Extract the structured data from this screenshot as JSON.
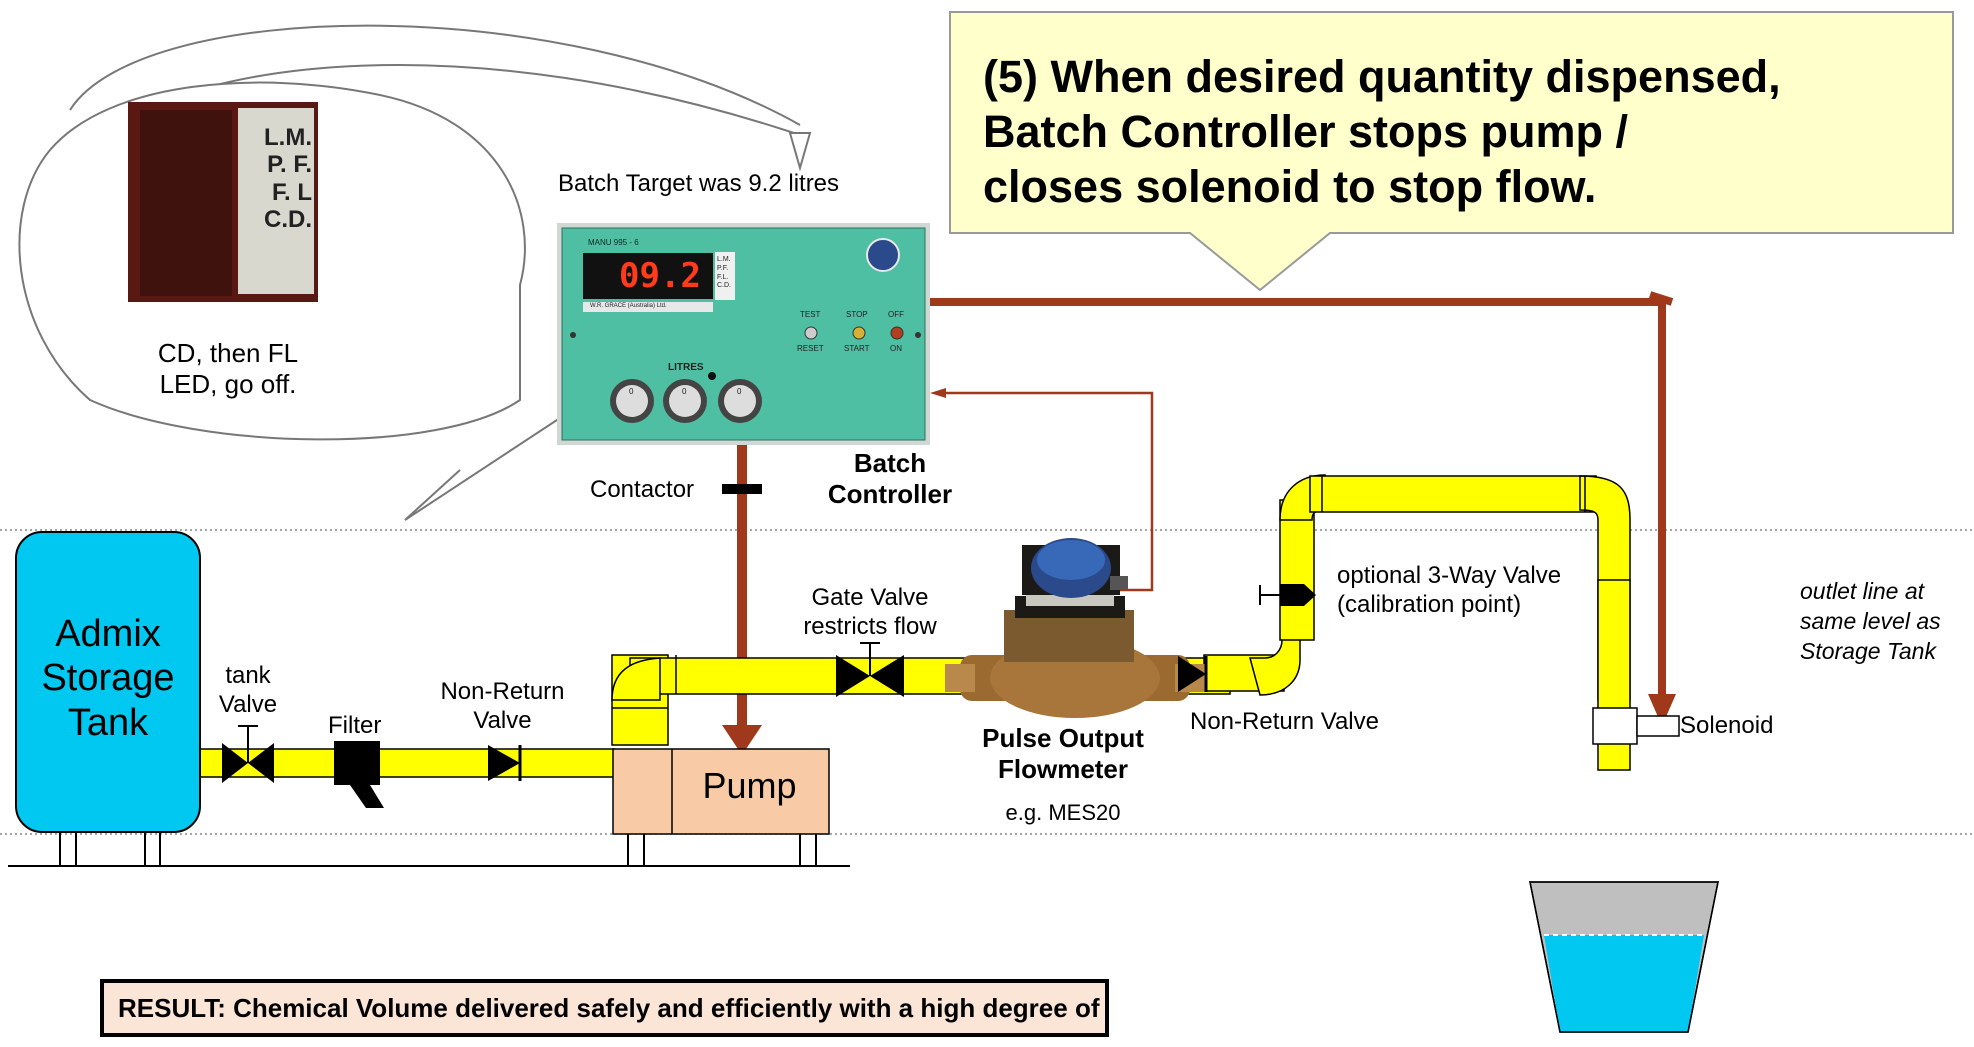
{
  "callout": {
    "lines": [
      "(5) When desired quantity dispensed,",
      "Batch Controller stops pump /",
      "closes solenoid to stop flow."
    ]
  },
  "bubble": {
    "led_labels": [
      "L.M.",
      "P. F.",
      "F. L",
      "C.D."
    ],
    "caption_lines": [
      "CD, then FL",
      "LED, go off."
    ]
  },
  "batch_target": "Batch Target was 9.2 litres",
  "controller": {
    "display": "09.2",
    "model": "MANU 995 - 6",
    "maker": "W.R. GRACE (Australia) Ltd.",
    "led_labels": [
      "L.M.",
      "P.F.",
      "F.L.",
      "C.D."
    ],
    "switches": [
      "TEST",
      "STOP",
      "OFF",
      "RESET",
      "START",
      "ON"
    ],
    "dial_label": "LITRES",
    "dial_digits": [
      "0",
      "0",
      "0"
    ],
    "name_lines": [
      "Batch",
      "Controller"
    ]
  },
  "labels": {
    "contactor": "Contactor",
    "tank_lines": [
      "Admix",
      "Storage",
      "Tank"
    ],
    "tank_valve_lines": [
      "tank",
      "Valve"
    ],
    "filter": "Filter",
    "nrv1_lines": [
      "Non-Return",
      "Valve"
    ],
    "gate_valve_lines": [
      "Gate Valve",
      "restricts flow"
    ],
    "pump": "Pump",
    "flowmeter_lines": [
      "Pulse Output",
      "Flowmeter"
    ],
    "flowmeter_example": "e.g. MES20",
    "nrv2": "Non-Return Valve",
    "three_way_lines": [
      "optional 3-Way Valve",
      "(calibration point)"
    ],
    "solenoid": "Solenoid",
    "outlet_note_lines": [
      "outlet line at",
      "same level as",
      "Storage Tank"
    ]
  },
  "result": "RESULT: Chemical Volume delivered safely and efficiently  with a high degree of accuracy.",
  "colors": {
    "pipe": "#ffff00",
    "signal": "#a0391c",
    "tank": "#00c8f0",
    "pump": "#f8cba6",
    "controller_panel": "#4fbfa3",
    "callout": "#ffffcc",
    "result_bg": "#fbe5d6",
    "bucket_liquid": "#00c8f0",
    "bucket_empty": "#bfbfbf"
  }
}
